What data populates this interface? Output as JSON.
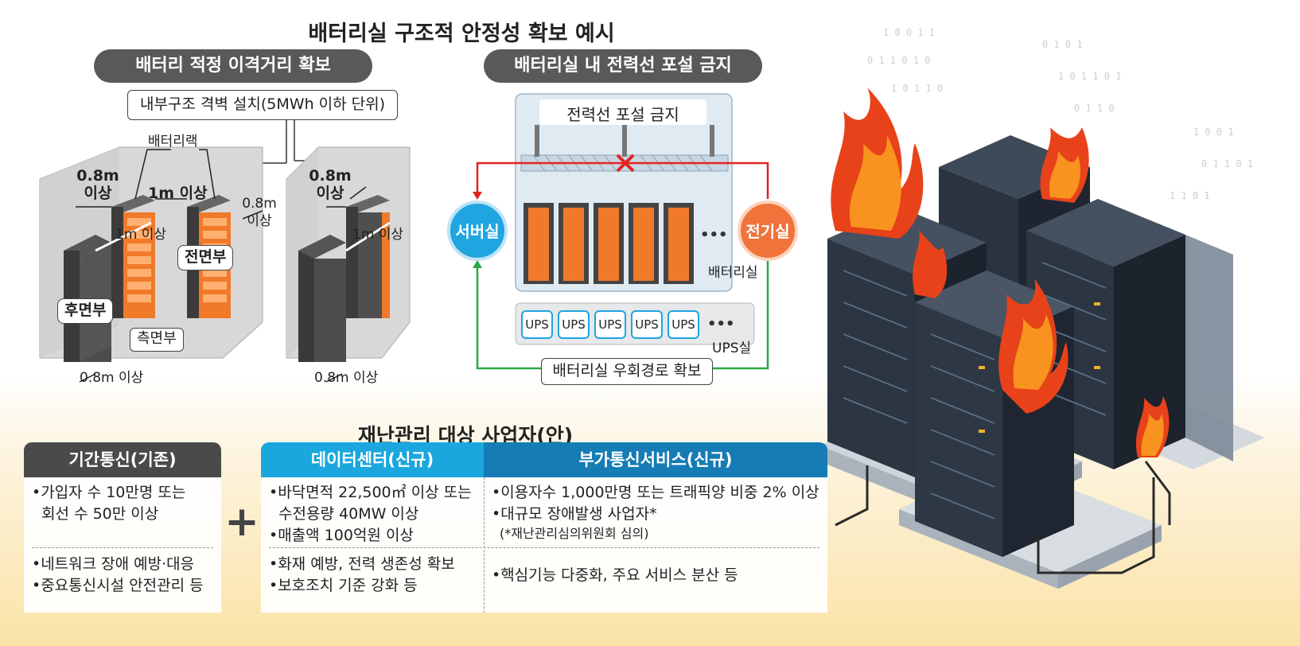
{
  "title": "배터리실 구조적 안정성 확보 예시",
  "left_panel": {
    "header": "배터리 적정 이격거리 확보",
    "partition_label": "내부구조 격벽 설치(5MWh 이하 단위)",
    "rack_label": "배터리랙",
    "dist_08_a": "0.8m\n이상",
    "dist_1m_top": "1m 이상",
    "dist_08_b": "0.8m\n이상",
    "dist_1m_inner": "1m 이상",
    "front_label": "전면부",
    "rear_label": "후면부",
    "side_label": "측면부",
    "dist_08_bottom_a": "0.8m 이상",
    "dist_08_c": "0.8m\n이상",
    "dist_1m_right": "1m 이상",
    "dist_08_bottom_b": "0.8m 이상"
  },
  "right_panel": {
    "header": "배터리실 내 전력선 포설 금지",
    "ban_label": "전력선 포설 금지",
    "server_room": "서버실",
    "power_room": "전기실",
    "battery_room": "배터리실",
    "ups_units": [
      "UPS",
      "UPS",
      "UPS",
      "UPS",
      "UPS"
    ],
    "ups_room": "UPS실",
    "bypass_label": "배터리실 우회경로 확보",
    "ellipsis": "•••"
  },
  "table": {
    "title": "재난관리 대상 사업자(안)",
    "plus": "+",
    "columns": [
      {
        "header": "기간통신(기존)",
        "top_items": [
          "•가입자 수 10만명 또는",
          "  회선 수 50만 이상"
        ],
        "bottom_items": [
          "•네트워크 장애 예방·대응",
          "•중요통신시설 안전관리 등"
        ]
      },
      {
        "header": "데이터센터(신규)",
        "top_items": [
          "•바닥면적 22,500㎡ 이상 또는",
          "  수전용량 40MW 이상",
          "•매출액 100억원 이상"
        ],
        "bottom_items": [
          "•화재 예방, 전력 생존성 확보",
          "•보호조치 기준 강화 등"
        ]
      },
      {
        "header": "부가통신서비스(신규)",
        "top_items": [
          "•이용자수 1,000만명 또는 트래픽양 비중 2% 이상",
          "•대규모 장애발생 사업자*"
        ],
        "top_note": "(*재난관리심의위원회 심의)",
        "bottom_items": [
          "•핵심기능 다중화, 주요 서비스 분산 등"
        ]
      }
    ]
  },
  "colors": {
    "pill": "#595959",
    "header_gray": "#4a4a4a",
    "header_cyan": "#1ba7de",
    "header_blue": "#157cb5",
    "battery_orange": "#f07a2a",
    "server_blue": "#1fa5e0",
    "power_orange": "#f0733c",
    "ban_red": "#e52222",
    "bypass_green": "#2aa845"
  }
}
